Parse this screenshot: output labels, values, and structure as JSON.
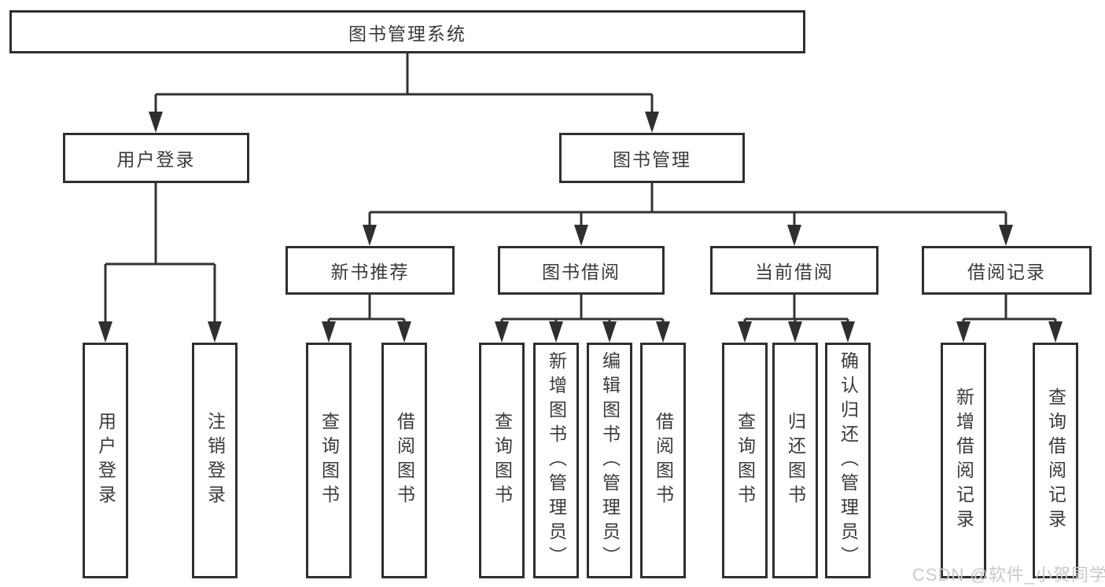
{
  "tree": {
    "label": "图书管理系统",
    "children": [
      {
        "label": "用户登录",
        "children": [
          {
            "label": "用户登录"
          },
          {
            "label": "注销登录"
          }
        ]
      },
      {
        "label": "图书管理",
        "children": [
          {
            "label": "新书推荐",
            "children": [
              {
                "label": "查询图书"
              },
              {
                "label": "借阅图书"
              }
            ]
          },
          {
            "label": "图书借阅",
            "children": [
              {
                "label": "查询图书"
              },
              {
                "label": "新增图书（管理员）"
              },
              {
                "label": "编辑图书（管理员）"
              },
              {
                "label": "借阅图书"
              }
            ]
          },
          {
            "label": "当前借阅",
            "children": [
              {
                "label": "查询图书"
              },
              {
                "label": "归还图书"
              },
              {
                "label": "确认归还（管理员）"
              }
            ]
          },
          {
            "label": "借阅记录",
            "children": [
              {
                "label": "新增借阅记录"
              },
              {
                "label": "查询借阅记录"
              }
            ]
          }
        ]
      }
    ]
  },
  "watermark": {
    "text": "CSDN @软件_小贺同学",
    "color": "#c9c9c9"
  },
  "colors": {
    "line": "#333333",
    "border": "#2f2f2f",
    "text": "#3a3a3a",
    "background": "#ffffff"
  }
}
